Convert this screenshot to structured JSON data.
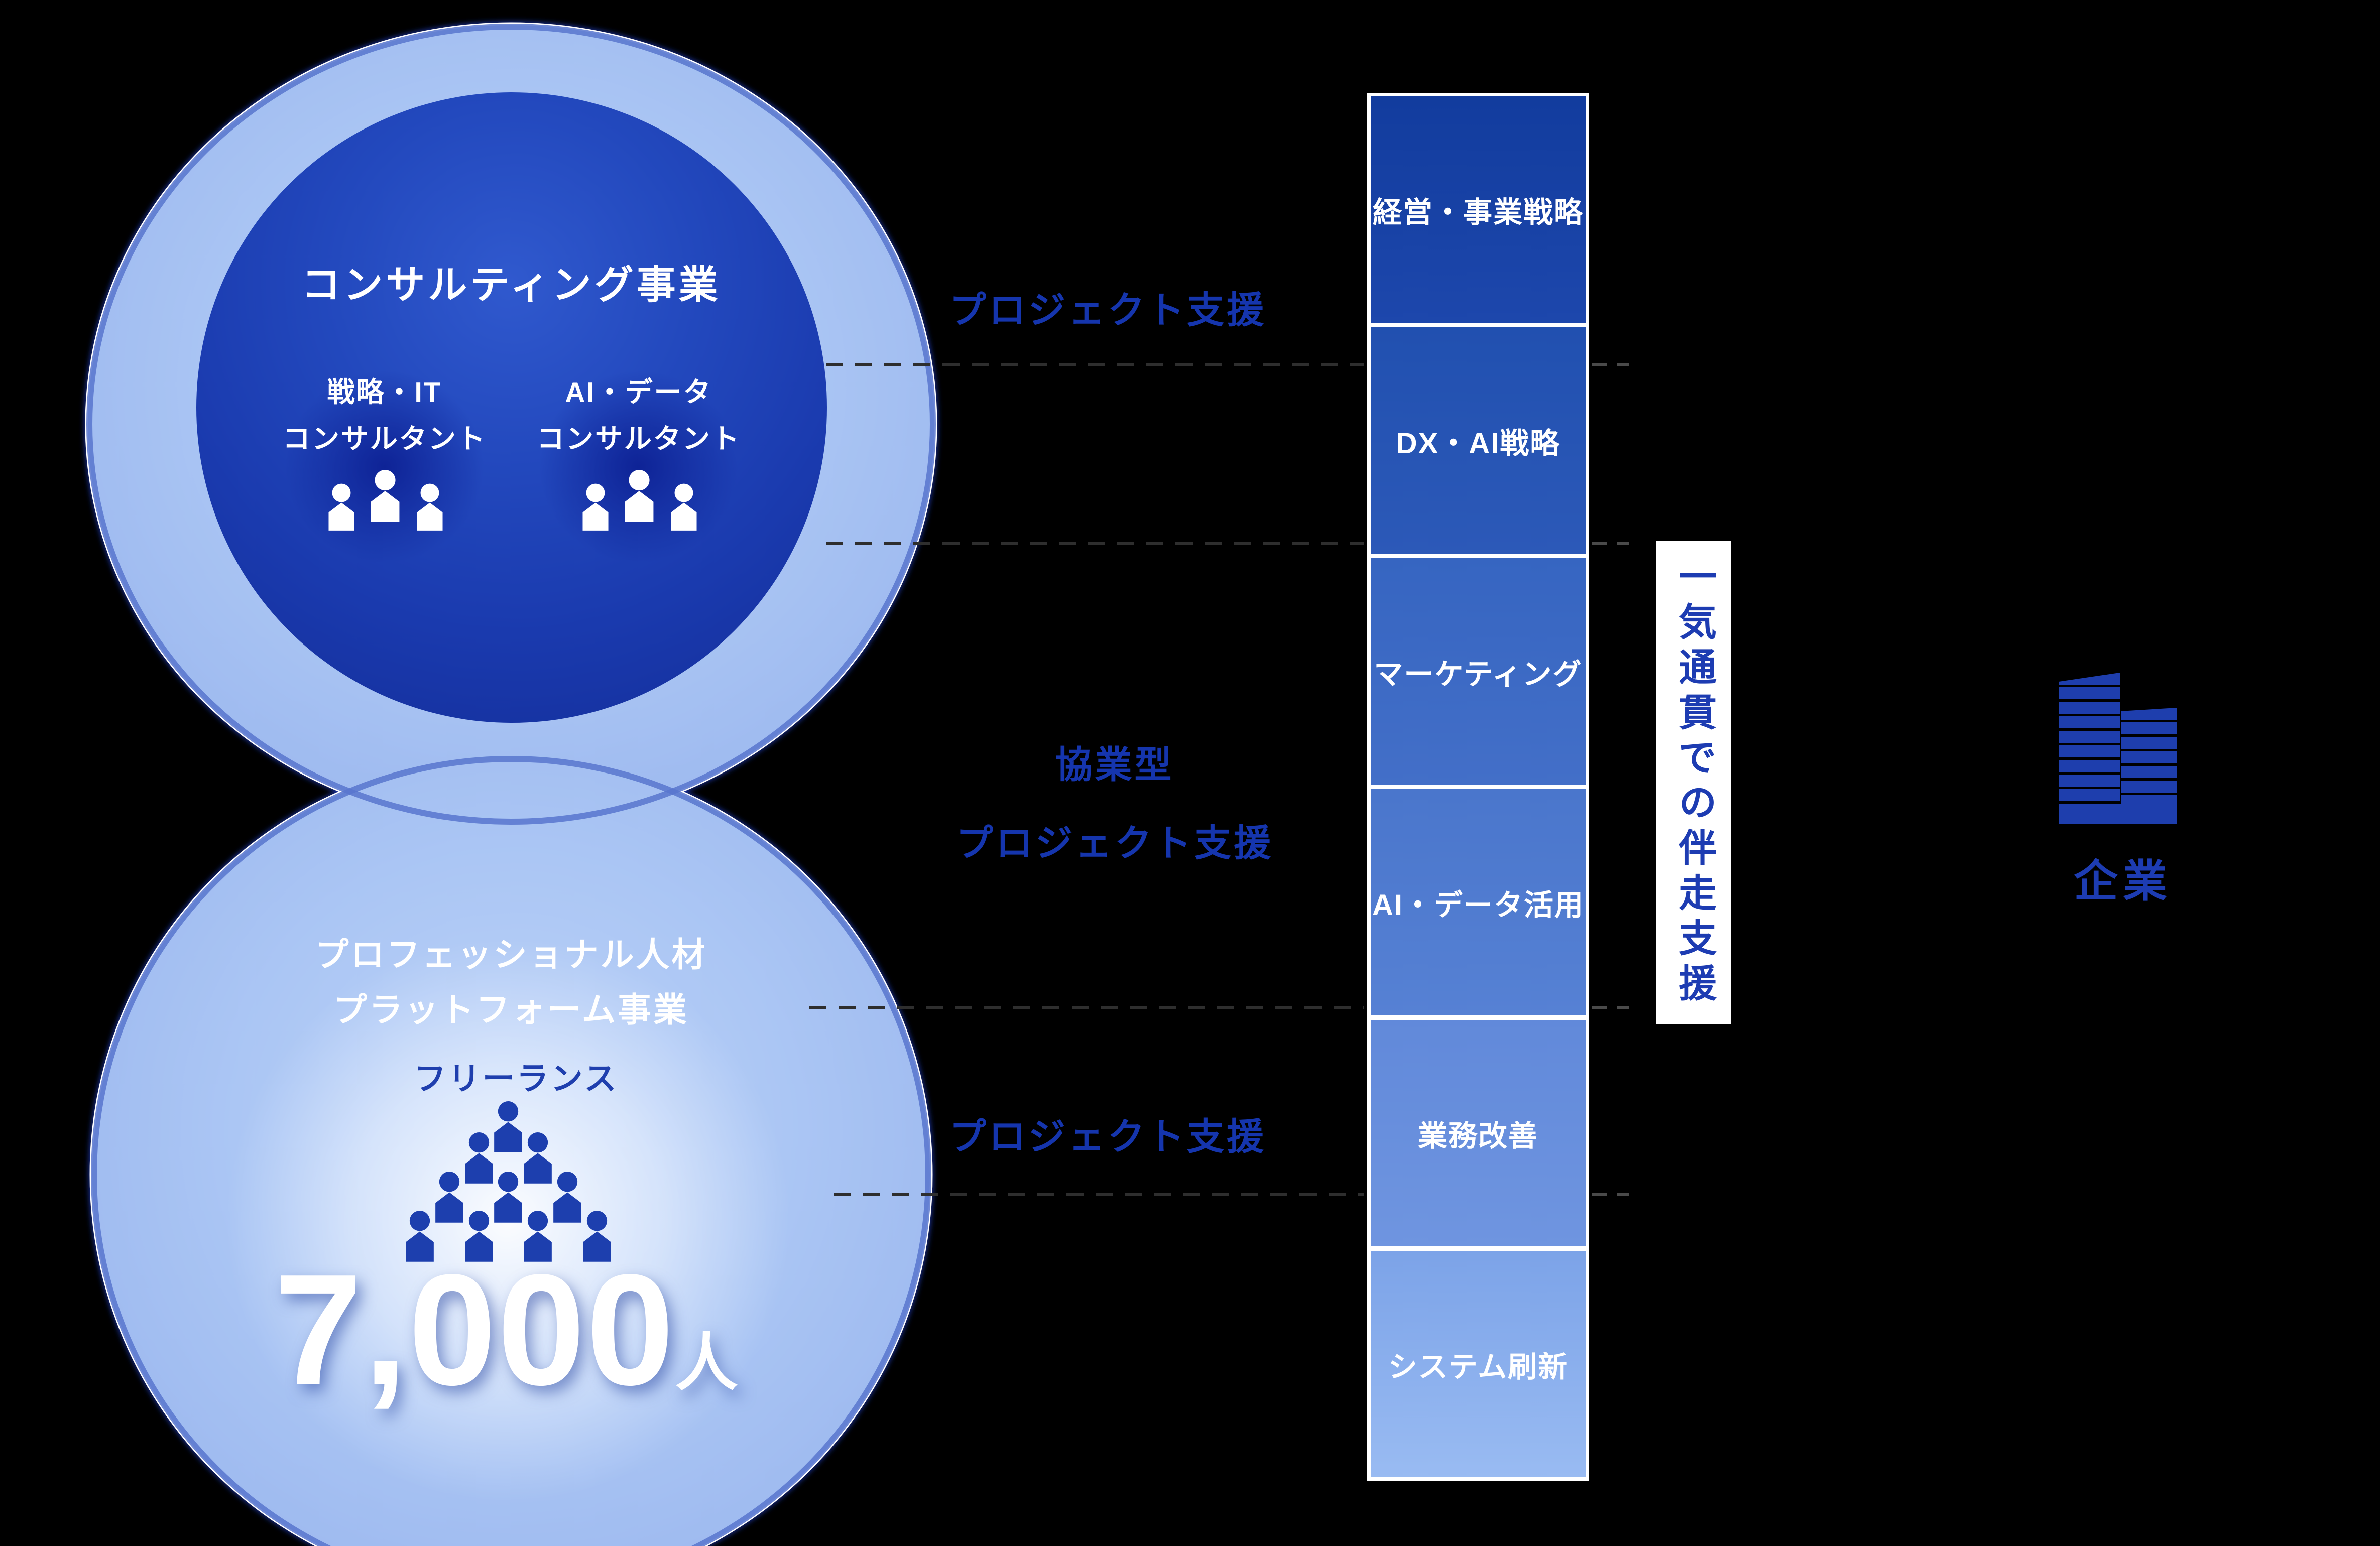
{
  "figure": {
    "top_business": {
      "title": "コンサルティング事業",
      "groups": [
        {
          "line1": "戦略・IT",
          "line2": "コンサルタント"
        },
        {
          "line1": "AI・データ",
          "line2": "コンサルタント"
        }
      ]
    },
    "bottom_business": {
      "title_line1": "プロフェッショナル人材",
      "title_line2": "プラットフォーム事業",
      "label": "フリーランス",
      "count_number": "7,000",
      "count_unit": "人"
    }
  },
  "connectors": {
    "top_label": "プロジェクト支援",
    "middle_label_line1": "協業型",
    "middle_label_line2": "プロジェクト支援",
    "bottom_label": "プロジェクト支援"
  },
  "services": {
    "items": [
      "経営・事業戦略",
      "DX・AI戦略",
      "マーケティング",
      "AI・データ活用",
      "業務改善",
      "システム刷新"
    ]
  },
  "side_banner": {
    "text": "一気通貫での伴走支援"
  },
  "client": {
    "label": "企業"
  },
  "colors": {
    "background": "#000000",
    "outer_ring": "#a9c6f5",
    "top_circle": "#1c3db4",
    "accent_text": "#1535ad",
    "banner_text": "#1d3cb2",
    "people_dark": "#1d3fae",
    "column_top": "#123c9e",
    "column_bottom": "#99bbf2"
  }
}
